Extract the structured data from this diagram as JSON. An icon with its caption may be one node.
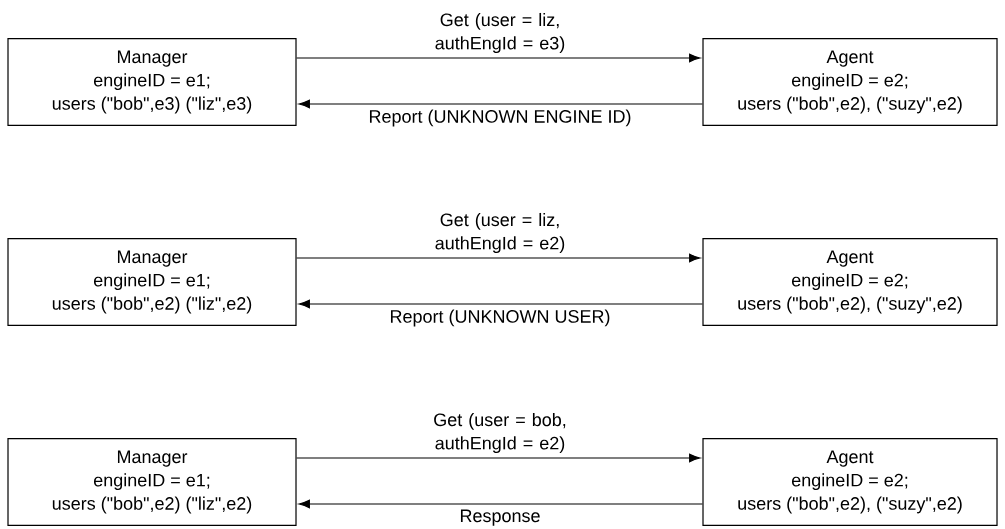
{
  "diagram": {
    "nodes": [
      {
        "text": [
          "Manager",
          "engineID = e1;",
          "users (\"bob\",e3) (\"liz\",e3)"
        ]
      },
      {
        "text": [
          "Agent",
          "engineID = e2;",
          "users (\"bob\",e2), (\"suzy\",e2)"
        ]
      },
      {
        "text": [
          "Manager",
          "engineID = e1;",
          "users (\"bob\",e2) (\"liz\",e2)"
        ]
      },
      {
        "text": [
          "Agent",
          "engineID = e2;",
          "users (\"bob\",e2), (\"suzy\",e2)"
        ]
      },
      {
        "text": [
          "Manager",
          "engineID = e1;",
          "users (\"bob\",e2) (\"liz\",e2)"
        ]
      },
      {
        "text": [
          "Agent",
          "engineID = e2;",
          "users (\"bob\",e2), (\"suzy\",e2)"
        ]
      }
    ],
    "edges": [
      {
        "from": 0,
        "to": 1,
        "arrow": "to",
        "label": "Get (user = liz, authEngId = e3)"
      },
      {
        "from": 1,
        "to": 0,
        "arrow": "to",
        "label": "Report (UNKNOWN ENGINE ID)"
      },
      {
        "from": 2,
        "to": 3,
        "arrow": "to",
        "label": "Get (user = liz, authEngId = e2)"
      },
      {
        "from": 3,
        "to": 2,
        "arrow": "to",
        "label": "Report (UNKNOWN USER)"
      },
      {
        "from": 4,
        "to": 5,
        "arrow": "to",
        "label": "Get (user = bob, authEngId = e2)"
      },
      {
        "from": 5,
        "to": 4,
        "arrow": "to",
        "label": "Response"
      }
    ]
  }
}
